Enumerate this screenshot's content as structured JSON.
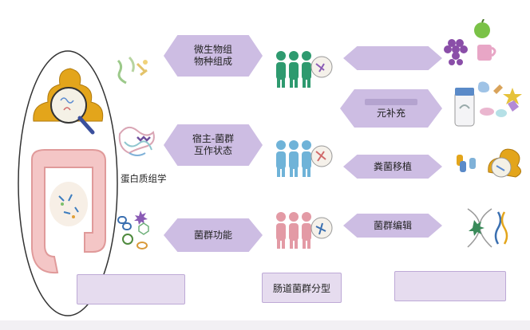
{
  "diamonds": {
    "microbe_composition": [
      "微生物组",
      "物种组成"
    ],
    "host_interaction": [
      "宿主-菌群",
      "互作状态"
    ],
    "flora_function": [
      "菌群功能"
    ],
    "nutrient_supplement": [
      "元补充"
    ],
    "fecal_transplant": [
      "粪菌移植"
    ],
    "flora_editing": [
      "菌群编辑"
    ]
  },
  "labels": {
    "proteomics": "蛋白质组学"
  },
  "boxes": {
    "left": "",
    "middle": "肠道菌群分型",
    "right": ""
  },
  "colors": {
    "diamond_fill": "#cdbde3",
    "box_fill": "#e6dcef",
    "people_green": "#2e9a6f",
    "people_blue": "#6fb3d8",
    "people_pink": "#e39aa5",
    "oval_stroke": "#333333"
  }
}
